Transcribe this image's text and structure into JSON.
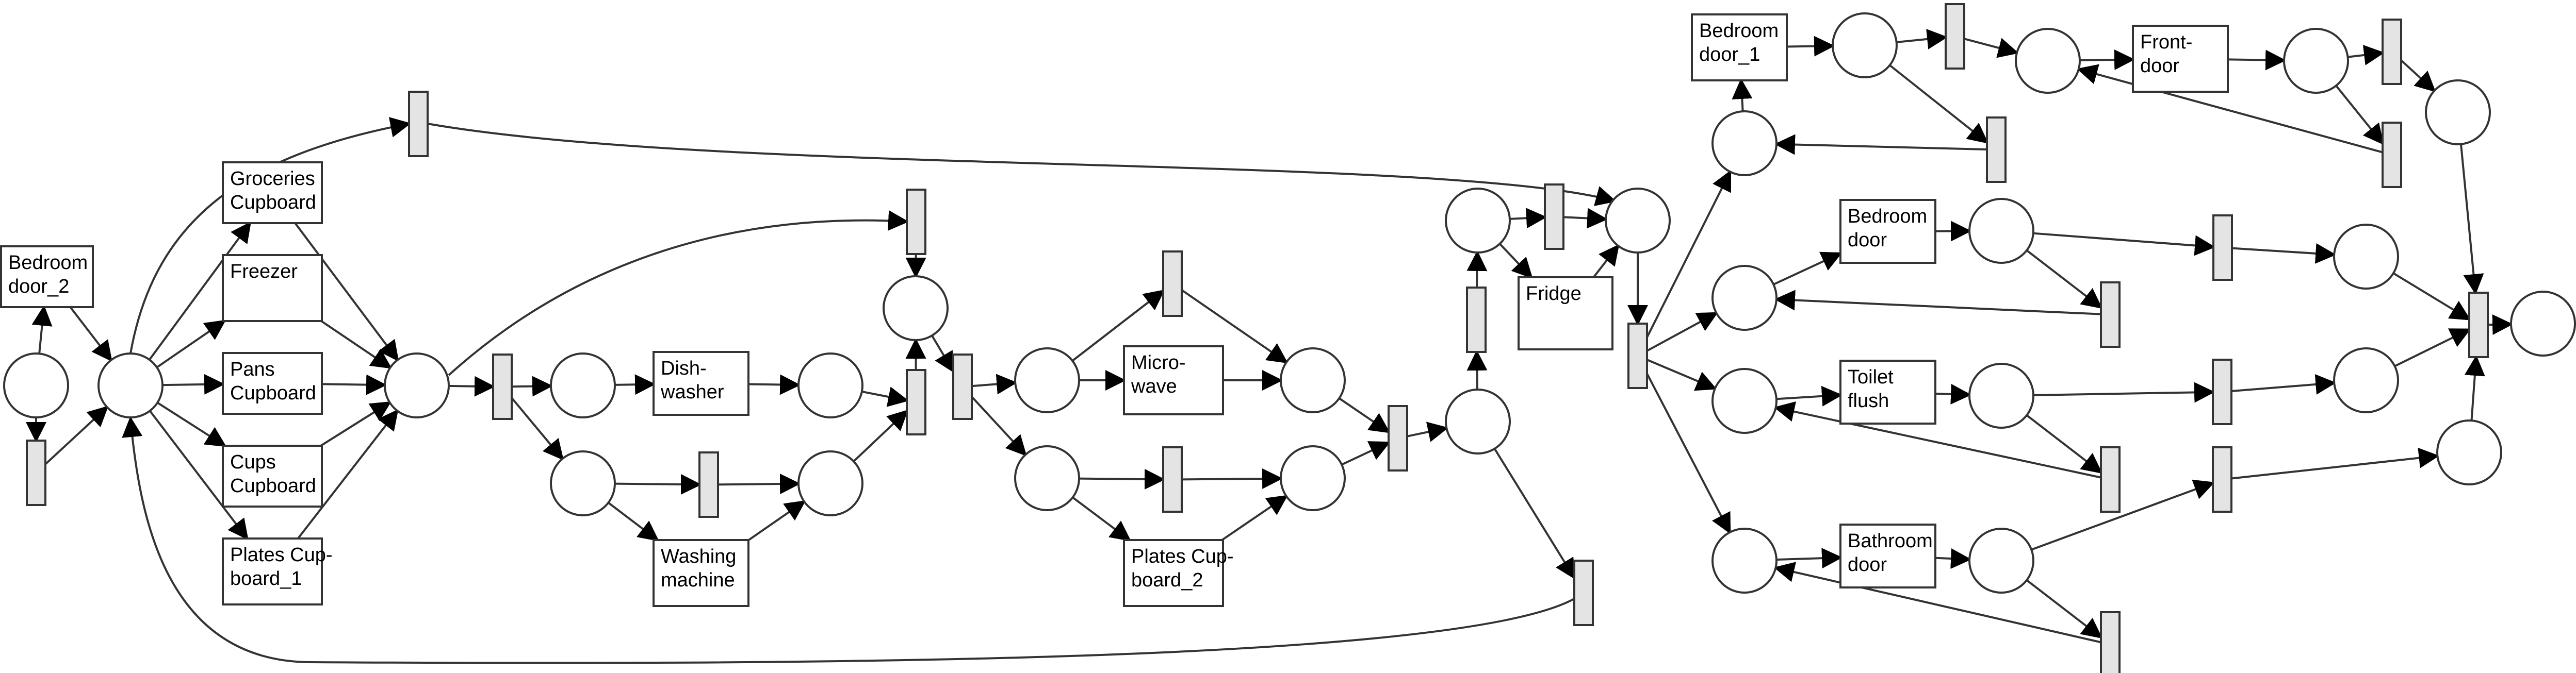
{
  "diagram": {
    "colors": {
      "stroke": "#333333",
      "token_box_fill": "#e4e4e4",
      "background": "#ffffff"
    },
    "labels": {
      "bedroom_door_2": [
        "Bedroom",
        "door_2"
      ],
      "groceries_cupboard": [
        "Groceries",
        "Cupboard"
      ],
      "freezer": [
        "Freezer"
      ],
      "pans_cupboard": [
        "Pans",
        "Cupboard"
      ],
      "cups_cupboard": [
        "Cups",
        "Cupboard"
      ],
      "plates_cupboard_1": [
        "Plates Cup-",
        "board_1"
      ],
      "dishwasher": [
        "Dish-",
        "washer"
      ],
      "washing_machine": [
        "Washing",
        "machine"
      ],
      "microwave": [
        "Micro-",
        "wave"
      ],
      "plates_cupboard_2": [
        "Plates Cup-",
        "board_2"
      ],
      "fridge": [
        "Fridge"
      ],
      "bedroom_door_1": [
        "Bedroom",
        "door_1"
      ],
      "front_door": [
        "Front-",
        "door"
      ],
      "bedroom_door": [
        "Bedroom",
        "door"
      ],
      "toilet_flush": [
        "Toilet",
        "flush"
      ],
      "bathroom_door": [
        "Bathroom",
        "door"
      ]
    }
  }
}
